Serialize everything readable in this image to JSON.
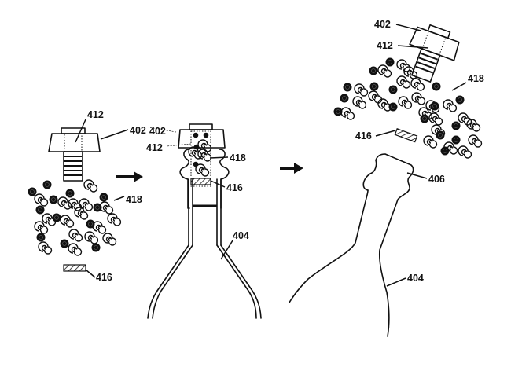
{
  "figure": {
    "stage1": {
      "labels": {
        "cap_body": "402",
        "inner_cavity": "412",
        "particles": "418",
        "seal": "416"
      }
    },
    "stage2": {
      "labels": {
        "cap_body": "402",
        "inner_cavity": "412",
        "particles": "418",
        "seal": "416",
        "bottle": "404"
      }
    },
    "stage3": {
      "labels": {
        "cap_body": "402",
        "inner_cavity": "412",
        "particles": "418",
        "seal": "416",
        "bottle_mouth": "406",
        "bottle": "404"
      }
    },
    "colors": {
      "ink": "#111111",
      "background": "#ffffff"
    }
  }
}
